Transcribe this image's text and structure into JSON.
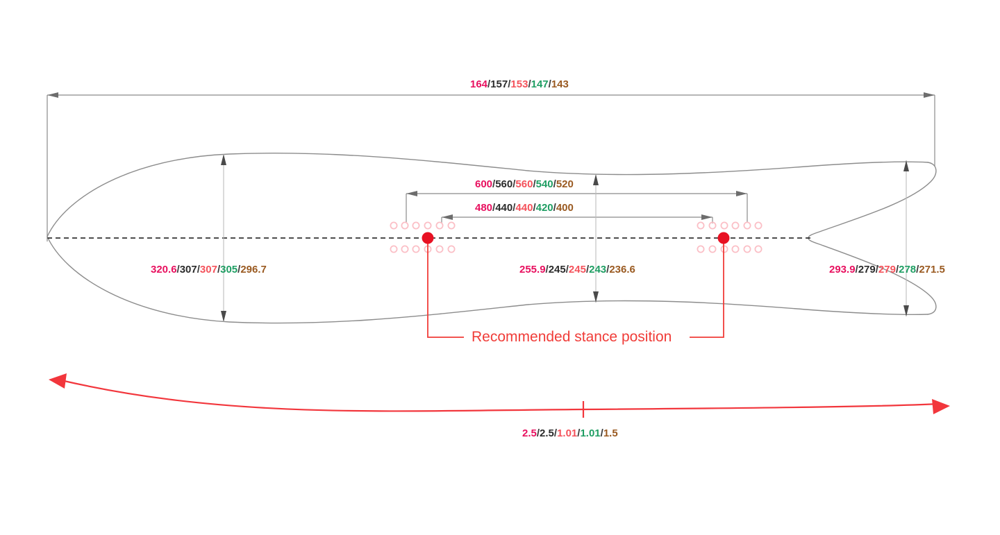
{
  "diagram": {
    "title": "Snowboard dimensions spec drawing",
    "colors": {
      "size_1": "#e8105f",
      "size_2": "#2b2b2b",
      "size_3": "#f4525b",
      "size_4": "#1f9e63",
      "size_5": "#9a5a21",
      "outline": "#8c8c8c",
      "centerline": "#111111",
      "accent_red": "#f03c38",
      "insert_pink": "#fbbfc6",
      "dimension_gray": "#8a8a8a"
    },
    "separator": "/",
    "labels": {
      "overall_length": {
        "name": "overall-length",
        "values": [
          "164",
          "157",
          "153",
          "147",
          "143"
        ]
      },
      "max_stance_width": {
        "name": "max-stance-width",
        "values": [
          "600",
          "560",
          "560",
          "540",
          "520"
        ]
      },
      "min_stance_width": {
        "name": "min-stance-width",
        "values": [
          "480",
          "440",
          "440",
          "420",
          "400"
        ]
      },
      "nose_width": {
        "name": "nose-width",
        "values": [
          "320.6",
          "307",
          "307",
          "305",
          "296.7"
        ]
      },
      "waist_width": {
        "name": "waist-width",
        "values": [
          "255.9",
          "245",
          "245",
          "243",
          "236.6"
        ]
      },
      "tail_width": {
        "name": "tail-width",
        "values": [
          "293.9",
          "279",
          "279",
          "278",
          "271.5"
        ]
      },
      "camber": {
        "name": "camber-height",
        "values": [
          "2.5",
          "2.5",
          "1.01",
          "1.01",
          "1.5"
        ]
      }
    },
    "stance_note": "Recommended stance position",
    "insert_groups": [
      {
        "name": "front-insert-group",
        "columns": 6,
        "rows": 2
      },
      {
        "name": "rear-insert-group",
        "columns": 6,
        "rows": 2
      }
    ],
    "stance_markers": [
      {
        "name": "front-stance-marker"
      },
      {
        "name": "rear-stance-marker"
      }
    ]
  }
}
